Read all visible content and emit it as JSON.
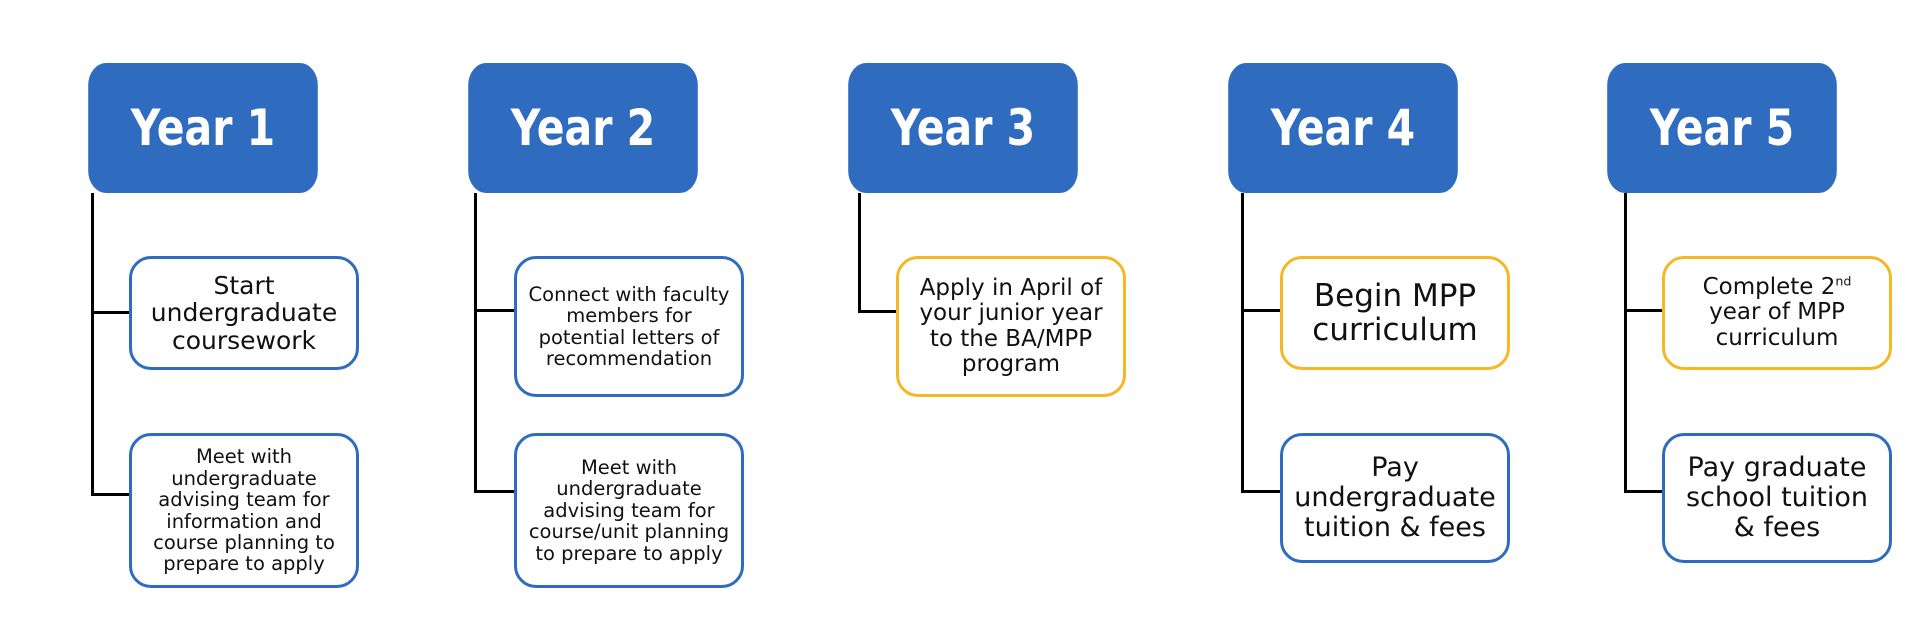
{
  "years": [
    {
      "label": "Year 1",
      "tasks": [
        {
          "text": "Start undergraduate coursework"
        },
        {
          "text": "Meet with undergraduate advising team for information and course planning to prepare to apply"
        }
      ]
    },
    {
      "label": "Year 2",
      "tasks": [
        {
          "text": "Connect with faculty members for potential letters of recommendation"
        },
        {
          "text": "Meet with undergraduate advising team for course/unit planning to prepare to apply"
        }
      ]
    },
    {
      "label": "Year 3",
      "tasks": [
        {
          "text": "Apply in April of your junior year to the BA/MPP program"
        }
      ]
    },
    {
      "label": "Year 4",
      "tasks": [
        {
          "text": "Begin MPP curriculum"
        },
        {
          "text": "Pay undergraduate tuition & fees"
        }
      ]
    },
    {
      "label": "Year 5",
      "tasks": [
        {
          "text_before": "Complete 2",
          "superscript": "nd",
          "text_after": " year of MPP curriculum"
        },
        {
          "text": "Pay graduate school tuition & fees"
        }
      ]
    }
  ],
  "colors": {
    "header_blue": "#2f6bbf",
    "box_blue_border": "#2f6bbf",
    "box_yellow_border": "#f5b724",
    "connector": "#000000"
  }
}
